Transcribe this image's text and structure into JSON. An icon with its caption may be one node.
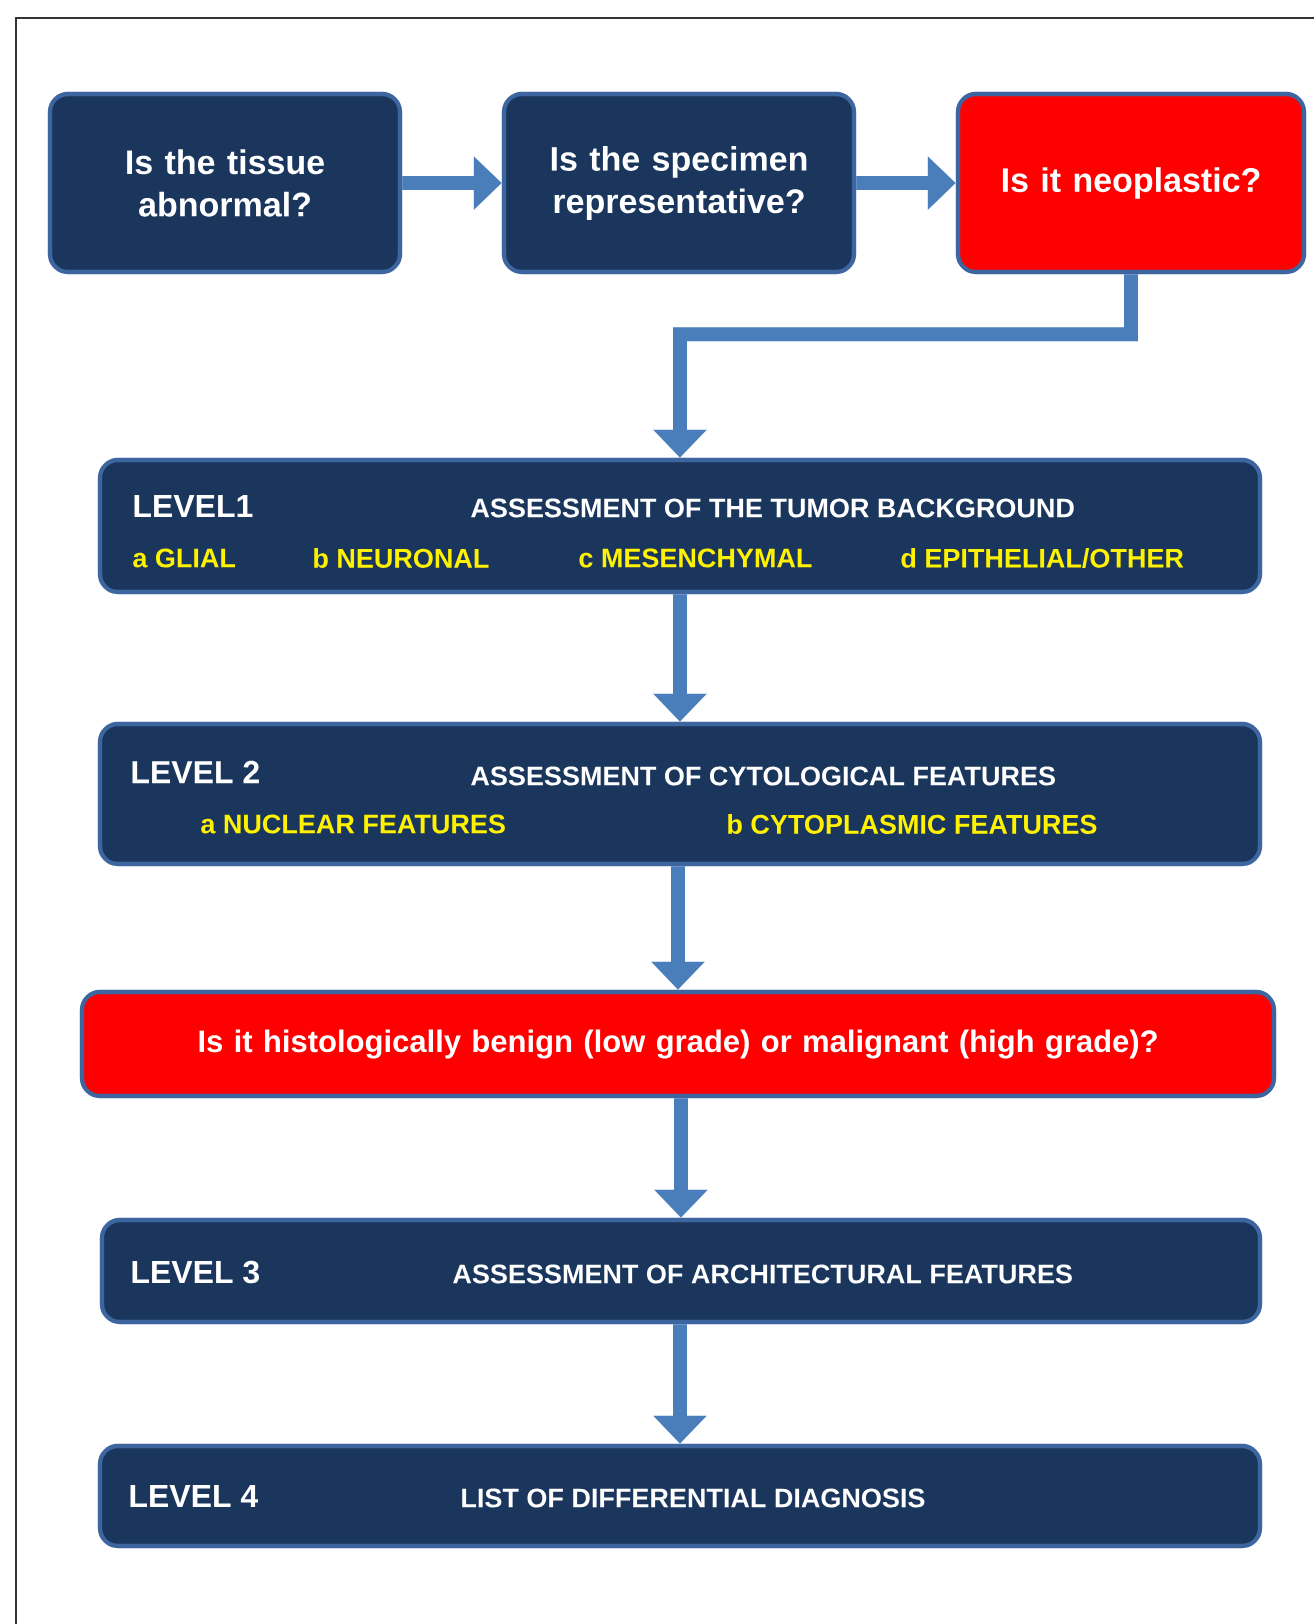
{
  "diagram": {
    "nodes": [
      {
        "text": [
          "Is the tissue abnormal?"
        ]
      },
      {
        "text": [
          "Is the specimen representative?"
        ]
      },
      {
        "text": [
          "Is it neoplastic?"
        ]
      },
      {
        "text": [
          "LEVEL1",
          "ASSESSMENT OF THE TUMOR BACKGROUND",
          "a GLIAL",
          "b NEURONAL",
          "c MESENCHYMAL",
          "d EPITHELIAL/OTHER"
        ]
      },
      {
        "text": [
          "LEVEL 2",
          "ASSESSMENT OF CYTOLOGICAL FEATURES",
          "a NUCLEAR FEATURES",
          "b CYTOPLASMIC FEATURES"
        ]
      },
      {
        "text": [
          "Is it histologically benign (low grade) or malignant (high grade)?"
        ]
      },
      {
        "text": [
          "LEVEL 3",
          "ASSESSMENT OF ARCHITECTURAL FEATURES"
        ]
      },
      {
        "text": [
          "LEVEL 4",
          "LIST OF DIFFERENTIAL DIAGNOSIS"
        ]
      }
    ],
    "edges": [
      {
        "from": 0,
        "to": 1,
        "arrow": "to"
      },
      {
        "from": 1,
        "to": 2,
        "arrow": "to"
      },
      {
        "from": 2,
        "to": 3,
        "arrow": "to"
      },
      {
        "from": 3,
        "to": 4,
        "arrow": "to"
      },
      {
        "from": 4,
        "to": 5,
        "arrow": "to"
      },
      {
        "from": 5,
        "to": 6,
        "arrow": "to"
      },
      {
        "from": 6,
        "to": 7,
        "arrow": "to"
      }
    ]
  }
}
